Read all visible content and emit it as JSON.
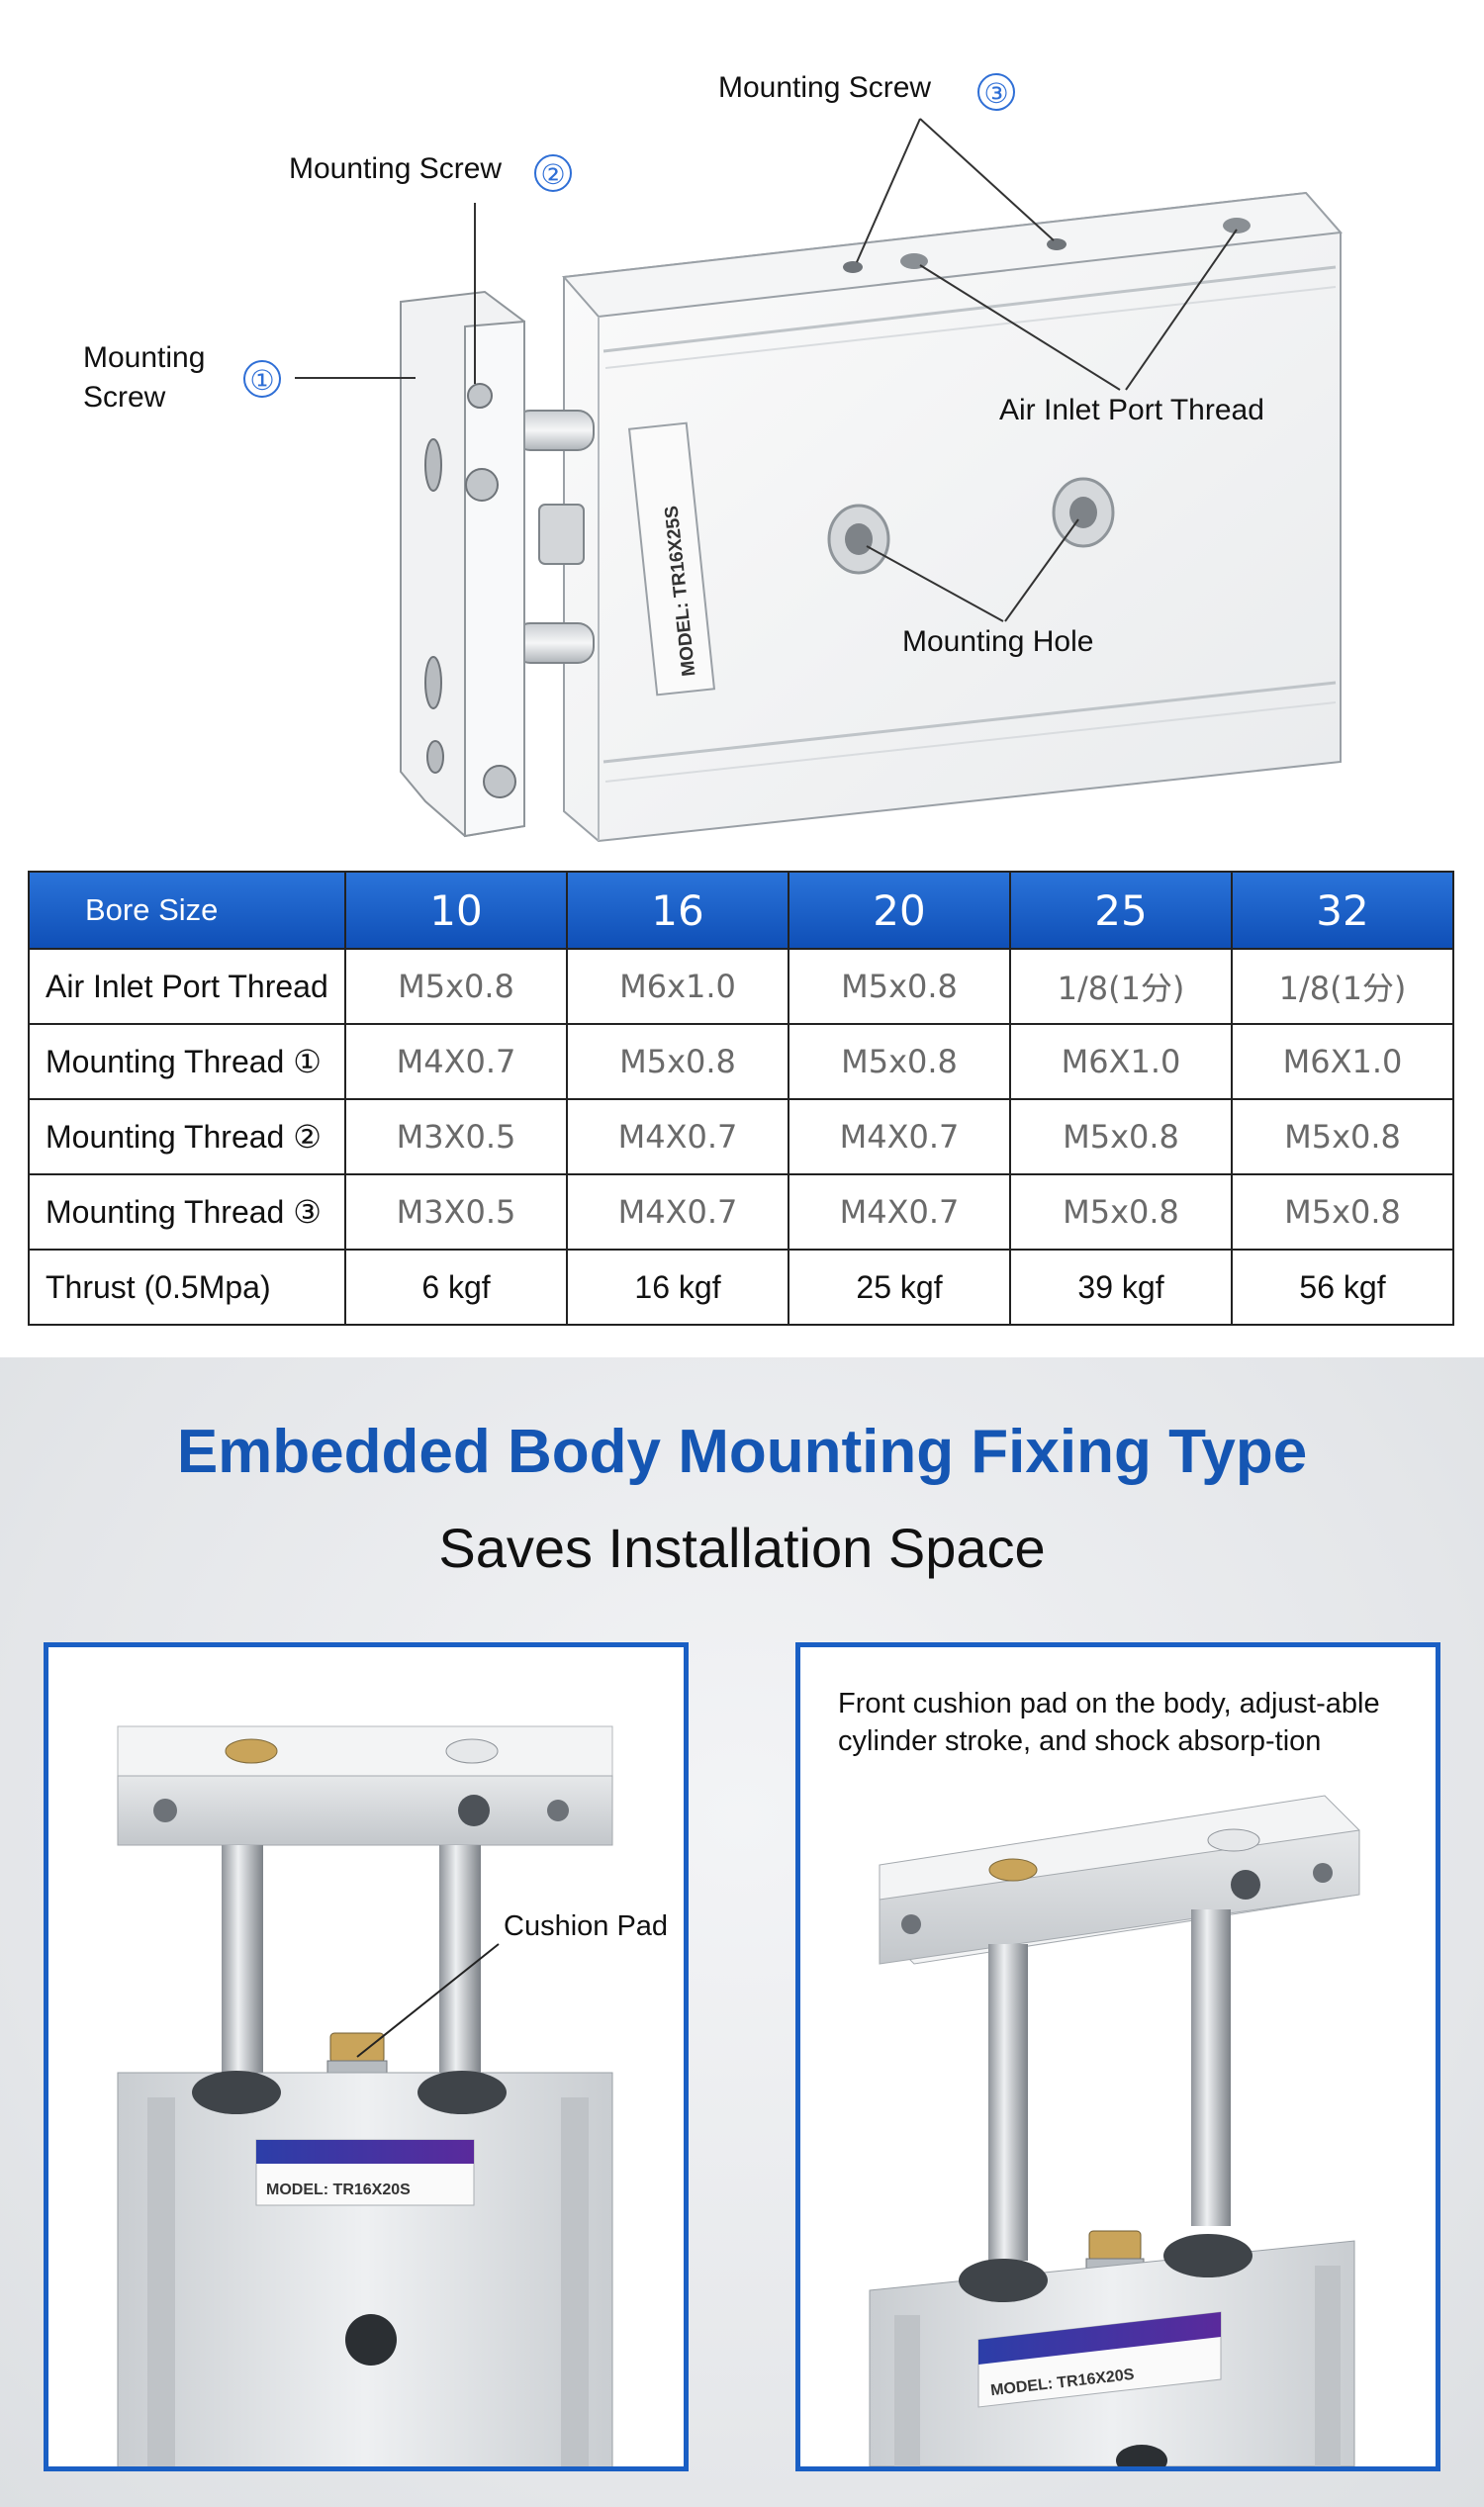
{
  "diagram": {
    "callouts": {
      "screw_1": "Mounting Screw",
      "screw_1_num": "①",
      "screw_2": "Mounting Screw",
      "screw_2_num": "②",
      "screw_3": "Mounting Screw",
      "screw_3_num": "③",
      "air_inlet": "Air Inlet Port Thread",
      "mounting_hole": "Mounting Hole"
    },
    "model_label": "MODEL:  TR16X25S"
  },
  "spec_table": {
    "header_label": "Bore Size",
    "bore_sizes": [
      "10",
      "16",
      "20",
      "25",
      "32"
    ],
    "rows": [
      {
        "label": "Air Inlet Port Thread",
        "values": [
          "M5x0.8",
          "M6x1.0",
          "M5x0.8",
          "1/8(1分)",
          "1/8(1分)"
        ]
      },
      {
        "label": "Mounting Thread ①",
        "values": [
          "M4X0.7",
          "M5x0.8",
          "M5x0.8",
          "M6X1.0",
          "M6X1.0"
        ]
      },
      {
        "label": "Mounting Thread ②",
        "values": [
          "M3X0.5",
          "M4X0.7",
          "M4X0.7",
          "M5x0.8",
          "M5x0.8"
        ]
      },
      {
        "label": "Mounting Thread ③",
        "values": [
          "M3X0.5",
          "M4X0.7",
          "M4X0.7",
          "M5x0.8",
          "M5x0.8"
        ]
      },
      {
        "label": "Thrust (0.5Mpa)",
        "values": [
          "6 kgf",
          "16 kgf",
          "25 kgf",
          "39 kgf",
          "56 kgf"
        ]
      }
    ]
  },
  "feature": {
    "title": "Embedded Body Mounting Fixing Type",
    "subtitle": "Saves Installation Space",
    "left_card": {
      "cushion_label": "Cushion Pad",
      "model_label": "MODEL:  TR16X20S"
    },
    "right_card": {
      "note": "Front cushion pad on the body, adjust-able cylinder stroke, and shock absorp-tion",
      "model_label": "MODEL:  TR16X20S"
    }
  },
  "colors": {
    "accent_blue": "#1556b3",
    "table_header_blue": "#1a5fc4",
    "card_border": "#1a5fc4"
  }
}
